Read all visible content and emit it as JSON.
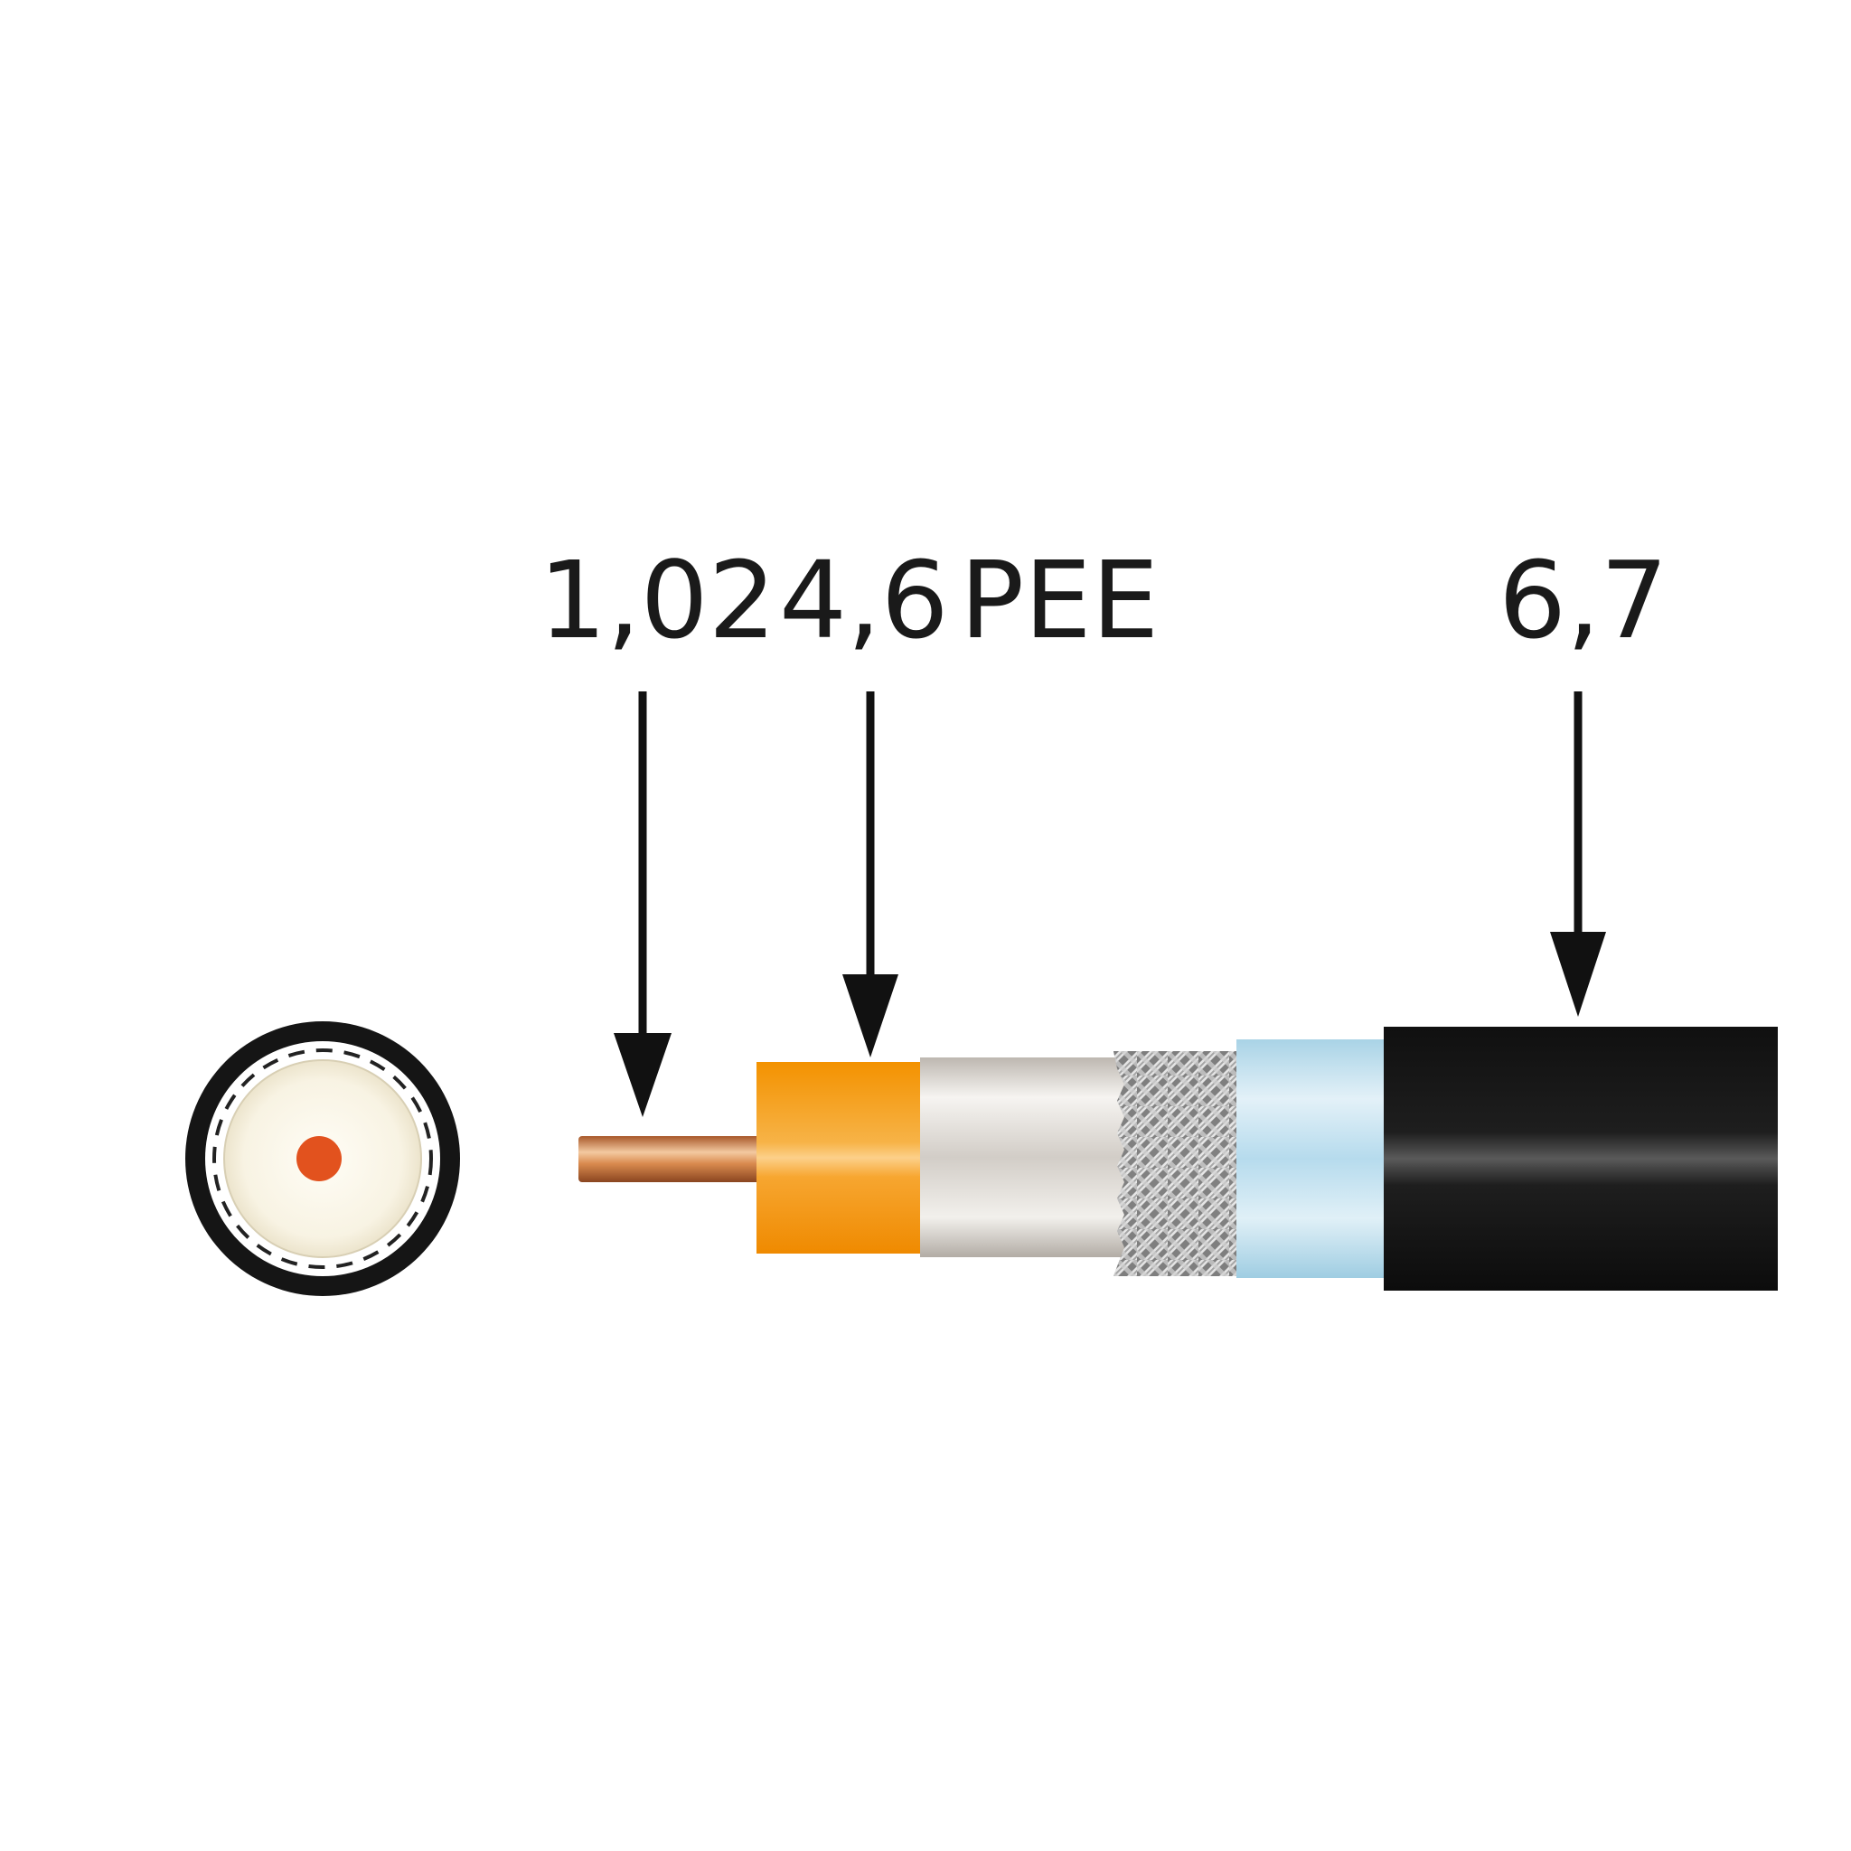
{
  "labels": {
    "conductor": "1,02",
    "dielectric_value": "4,6",
    "dielectric_material": "PEE",
    "jacket": "6,7"
  },
  "colors": {
    "background": "#ffffff",
    "arrow": "#111111",
    "conductor_copper": "#d98a4e",
    "dielectric_orange": "#f5970f",
    "foil_silver": "#cfcac4",
    "braid_silver": "#a9a9a9",
    "tape_light_blue": "#b9dcec",
    "jacket_black": "#141414",
    "end_view_core": "#fbf7ec",
    "end_view_center": "#e2521e"
  }
}
